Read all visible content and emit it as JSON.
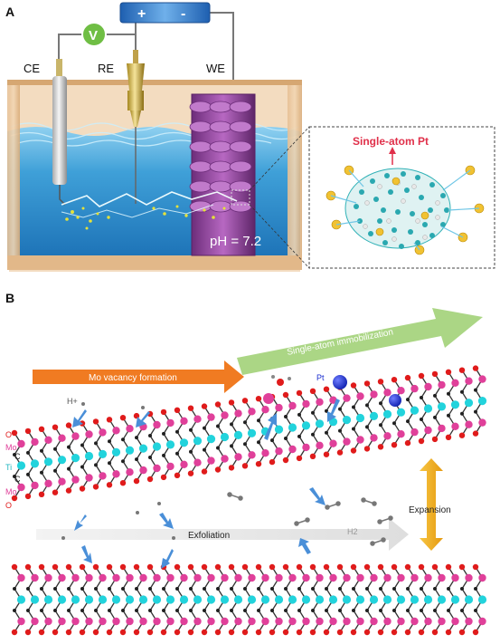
{
  "panel_a": {
    "label": "A",
    "battery_plus": "+",
    "battery_minus": "-",
    "voltmeter": "V",
    "electrode_ce": "CE",
    "electrode_re": "RE",
    "electrode_we": "WE",
    "ph": "pH = 7.2",
    "inset_title": "Single-atom Pt"
  },
  "panel_b": {
    "label": "B",
    "arrow_vacancy": "Mo vacancy formation",
    "arrow_single_atom": "Single-atom immobilization",
    "arrow_exfoliation": "Exfoliation",
    "expansion": "Expansion",
    "h_plus": "H+",
    "h2": "H2",
    "pt": "Pt",
    "layers": [
      "O",
      "Mo",
      "C",
      "Ti",
      "C",
      "Mo",
      "O"
    ]
  },
  "colors": {
    "water": "#3fa0d8",
    "tank_wall": "#e9c59c",
    "mo": "#e0409a",
    "ti": "#22d3dc",
    "o": "#e01b1b",
    "c": "#202020",
    "pt": "#1b2fd0",
    "arrow_orange": "#f07b22",
    "arrow_green": "#a6d47e",
    "arrow_blue": "#4a8fd8",
    "arrow_gold": "#f0b21b",
    "we_purple": "#9a4aa6"
  }
}
